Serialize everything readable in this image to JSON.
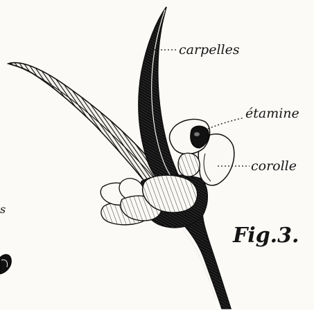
{
  "labels": {
    "carpelles": "carpelles",
    "etamine": "étamine",
    "corolle": "corolle",
    "partial_left": "s"
  },
  "figure_caption": "Fig.3.",
  "colors": {
    "ink": "#151515",
    "paper": "#fbfaf7"
  }
}
